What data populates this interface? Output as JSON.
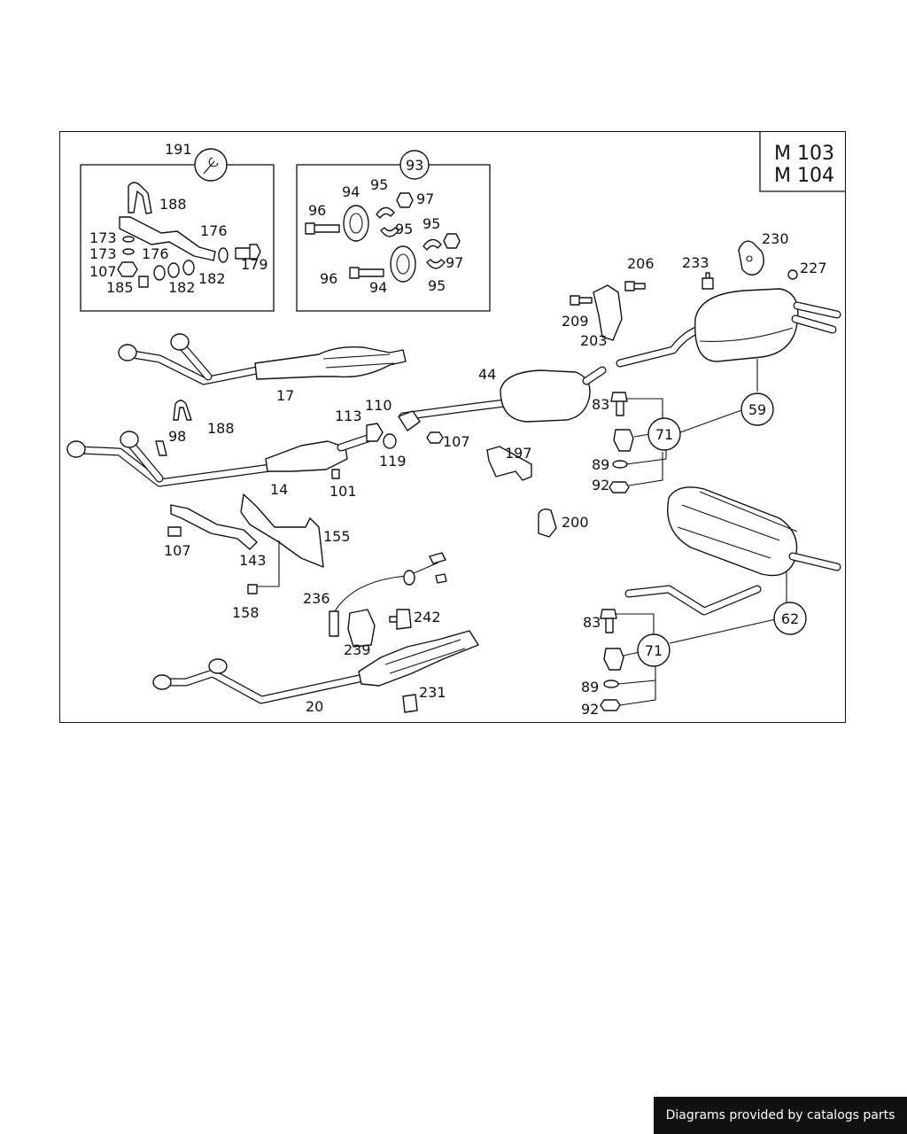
{
  "engine_box": {
    "line1": "M 103",
    "line2": "M 104"
  },
  "footer": {
    "credit": "Diagrams provided by catalogs parts"
  },
  "group_badges": {
    "g191": "191",
    "g93": "93"
  },
  "labels": {
    "l188a": "188",
    "l176a": "176",
    "l173a": "173",
    "l173b": "173",
    "l176b": "176",
    "l179": "179",
    "l107a": "107",
    "l185": "185",
    "l182a": "182",
    "l182b": "182",
    "l94a": "94",
    "l95a": "95",
    "l97a": "97",
    "l96a": "96",
    "l95b": "95",
    "l95c": "95",
    "l97b": "97",
    "l96b": "96",
    "l94b": "94",
    "l95d": "95",
    "l206": "206",
    "l233": "233",
    "l230": "230",
    "l227": "227",
    "l209": "209",
    "l203": "203",
    "l17": "17",
    "l44": "44",
    "l83a": "83",
    "l98": "98",
    "l188b": "188",
    "l113": "113",
    "l110": "110",
    "l107b": "107",
    "l119": "119",
    "l101": "101",
    "l14": "14",
    "l197": "197",
    "l89a": "89",
    "l92a": "92",
    "l200": "200",
    "l155": "155",
    "l107c": "107",
    "l143": "143",
    "l158": "158",
    "l236": "236",
    "l242": "242",
    "l239": "239",
    "l83b": "83",
    "l89b": "89",
    "l92b": "92",
    "l231": "231",
    "l20": "20"
  },
  "callouts": {
    "c59": "59",
    "c71a": "71",
    "c62": "62",
    "c71b": "71"
  }
}
